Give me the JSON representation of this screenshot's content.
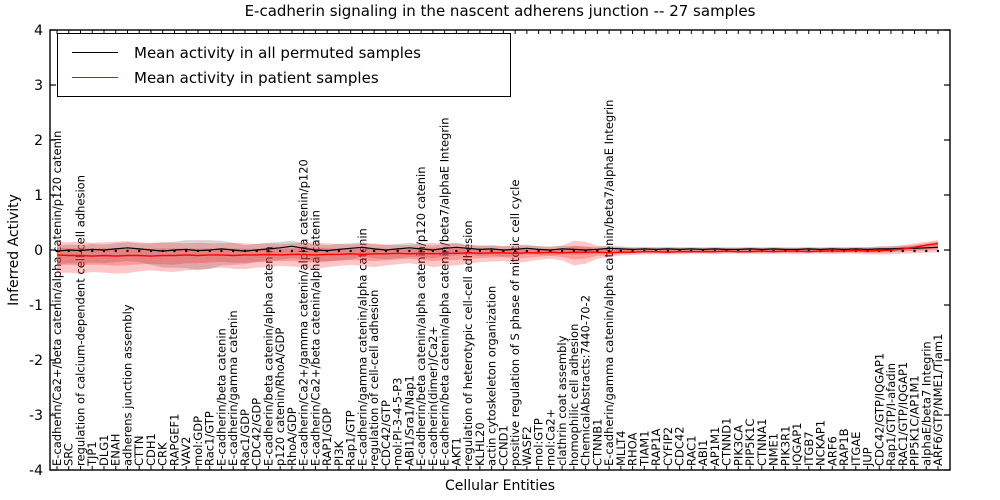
{
  "figure": {
    "title": "E-cadherin signaling in the nascent adherens junction -- 27 samples",
    "xlabel": "Cellular Entities",
    "ylabel": "Inferred Activity"
  },
  "legend": {
    "entries": [
      {
        "label": "Mean activity in all permuted samples",
        "color": "#000000"
      },
      {
        "label": "Mean activity in patient samples",
        "color": "#ff0000"
      }
    ]
  },
  "chart_data": {
    "type": "line",
    "title": "E-cadherin signaling in the nascent adherens junction -- 27 samples",
    "xlabel": "Cellular Entities",
    "ylabel": "Inferred Activity",
    "ylim": [
      -4,
      4
    ],
    "yticks": [
      -4,
      -3,
      -2,
      -1,
      0,
      1,
      2,
      3,
      4
    ],
    "grid": false,
    "legend_position": "upper left",
    "zero_line": {
      "style": "dotted",
      "color": "#000000",
      "value": 0
    },
    "categories": [
      "E-cadherin/Ca2+/beta catenin/alpha catenin/p120 catenin",
      "SRC",
      "regulation of calcium-dependent cell-cell adhesion",
      "TJP1",
      "DLG1",
      "ENAH",
      "adherens junction assembly",
      "CTTN",
      "CDH1",
      "CRK",
      "RAPGEF1",
      "VAV2",
      "mol:GDP",
      "Rac1/GTP",
      "E-cadherin/beta catenin",
      "E-cadherin/gamma catenin",
      "Rac1/GDP",
      "CDC42/GDP",
      "E-cadherin/beta catenin/alpha catenin",
      "p120 catenin/RhoA/GDP",
      "RhoA/GDP",
      "E-cadherin/Ca2+/gamma catenin/alpha catenin/p120",
      "E-cadherin/Ca2+/beta catenin/alpha catenin",
      "RAP1/GDP",
      "PI3K",
      "Rap1/GTP",
      "E-cadherin/gamma catenin/alpha catenin",
      "regulation of cell-cell adhesion",
      "CDC42/GTP",
      "mol:PI-3-4-5-P3",
      "ABI1/Sra1/Nap1",
      "E-cadherin/beta catenin/alpha catenin/p120 catenin",
      "E-cadherin(dimer)/Ca2+",
      "E-cadherin/beta catenin/alpha catenin/beta7/alphaE Integrin",
      "AKT1",
      "regulation of heterotypic cell-cell adhesion",
      "KLHL20",
      "actin cytoskeleton organization",
      "CCND1",
      "positive regulation of S phase of mitotic cell cycle",
      "WASF2",
      "mol:GTP",
      "mol:Ca2+",
      "clathrin coat assembly",
      "homophilic cell adhesion",
      "ChemicalAbstracts:7440-70-2",
      "CTNNB1",
      "E-cadherin/gamma catenin/alpha catenin/beta7/alphaE Integrin",
      "MLLT4",
      "RHOA",
      "TIAM1",
      "RAP1A",
      "CYFIP2",
      "CDC42",
      "RAC1",
      "ABI1",
      "AP1M1",
      "CTNND1",
      "PIK3CA",
      "PIP5K1C",
      "CTNNA1",
      "NME1",
      "PIK3R1",
      "IQGAP1",
      "ITGB7",
      "NCKAP1",
      "ARF6",
      "RAP1B",
      "ITGAE",
      "JUP",
      "CDC42/GTP/IQGAP1",
      "Rap1/GTP/I-afadin",
      "RAC1/GTP/IQGAP1",
      "PIP5K1C/AP1M1",
      "alphaE/beta7 Integrin",
      "ARF6/GTP/NME1/Tiam1"
    ],
    "series": [
      {
        "name": "Mean activity in all permuted samples",
        "color": "#000000",
        "band_color": "#999999",
        "band_opacity": 0.4,
        "values": [
          -0.02,
          0.0,
          -0.01,
          0.01,
          0.0,
          0.02,
          0.04,
          0.02,
          0.0,
          -0.02,
          0.0,
          0.01,
          -0.01,
          0.0,
          0.02,
          0.0,
          -0.02,
          0.0,
          0.02,
          0.04,
          0.07,
          0.03,
          0.0,
          -0.01,
          0.01,
          0.03,
          0.05,
          0.02,
          0.0,
          0.02,
          0.04,
          0.02,
          0.0,
          0.03,
          0.05,
          0.03,
          0.01,
          0.02,
          0.0,
          0.01,
          0.03,
          0.01,
          0.0,
          0.02,
          0.01,
          0.0,
          0.01,
          0.03,
          0.02,
          0.01,
          0.02,
          0.01,
          0.02,
          0.01,
          0.02,
          0.01,
          0.02,
          0.01,
          0.01,
          0.02,
          0.01,
          0.02,
          0.01,
          0.01,
          0.02,
          0.01,
          0.02,
          0.01,
          0.02,
          0.01,
          0.02,
          0.02,
          0.03,
          0.03,
          0.04,
          0.05
        ],
        "band_upper": [
          0.08,
          0.1,
          0.09,
          0.11,
          0.1,
          0.12,
          0.14,
          0.12,
          0.12,
          0.13,
          0.15,
          0.18,
          0.18,
          0.18,
          0.17,
          0.13,
          0.09,
          0.11,
          0.13,
          0.15,
          0.17,
          0.13,
          0.1,
          0.09,
          0.11,
          0.12,
          0.14,
          0.1,
          0.09,
          0.11,
          0.13,
          0.1,
          0.08,
          0.11,
          0.13,
          0.1,
          0.08,
          0.09,
          0.07,
          0.08,
          0.1,
          0.07,
          0.06,
          0.08,
          0.07,
          0.06,
          0.06,
          0.08,
          0.07,
          0.05,
          0.06,
          0.05,
          0.06,
          0.05,
          0.06,
          0.05,
          0.06,
          0.05,
          0.05,
          0.06,
          0.05,
          0.06,
          0.05,
          0.05,
          0.06,
          0.05,
          0.06,
          0.05,
          0.06,
          0.05,
          0.07,
          0.07,
          0.08,
          0.08,
          0.1,
          0.12
        ],
        "band_lower": [
          -0.26,
          -0.24,
          -0.25,
          -0.23,
          -0.24,
          -0.22,
          -0.2,
          -0.22,
          -0.27,
          -0.32,
          -0.32,
          -0.33,
          -0.37,
          -0.34,
          -0.28,
          -0.27,
          -0.26,
          -0.22,
          -0.2,
          -0.18,
          -0.15,
          -0.17,
          -0.2,
          -0.21,
          -0.19,
          -0.17,
          -0.12,
          -0.15,
          -0.17,
          -0.15,
          -0.13,
          -0.13,
          -0.15,
          -0.12,
          -0.1,
          -0.09,
          -0.11,
          -0.1,
          -0.12,
          -0.11,
          -0.07,
          -0.09,
          -0.1,
          -0.08,
          -0.09,
          -0.08,
          -0.07,
          -0.05,
          -0.06,
          -0.04,
          -0.03,
          -0.04,
          -0.03,
          -0.04,
          -0.03,
          -0.04,
          -0.03,
          -0.04,
          -0.04,
          -0.03,
          -0.04,
          -0.03,
          -0.04,
          -0.04,
          -0.03,
          -0.04,
          -0.03,
          -0.04,
          -0.03,
          -0.04,
          -0.04,
          -0.03,
          -0.02,
          -0.02,
          -0.01,
          0.0
        ]
      },
      {
        "name": "Mean activity in patient samples",
        "color": "#ff0000",
        "band_color": "#ff0000",
        "band_opacity": 0.22,
        "values": [
          -0.09,
          -0.1,
          -0.1,
          -0.11,
          -0.1,
          -0.11,
          -0.1,
          -0.1,
          -0.11,
          -0.1,
          -0.1,
          -0.09,
          -0.1,
          -0.09,
          -0.09,
          -0.1,
          -0.09,
          -0.09,
          -0.08,
          -0.09,
          -0.08,
          -0.08,
          -0.09,
          -0.08,
          -0.08,
          -0.07,
          -0.08,
          -0.07,
          -0.07,
          -0.06,
          -0.07,
          -0.06,
          -0.07,
          -0.06,
          -0.06,
          -0.05,
          -0.06,
          -0.05,
          -0.05,
          -0.06,
          -0.05,
          -0.05,
          -0.04,
          -0.05,
          -0.04,
          -0.04,
          -0.04,
          -0.05,
          -0.04,
          -0.04,
          -0.03,
          -0.03,
          -0.04,
          -0.03,
          -0.03,
          -0.03,
          -0.03,
          -0.02,
          -0.03,
          -0.03,
          -0.02,
          -0.03,
          -0.02,
          -0.02,
          -0.03,
          -0.02,
          -0.02,
          -0.02,
          -0.01,
          -0.02,
          -0.01,
          0.0,
          0.02,
          0.05,
          0.09,
          0.12
        ],
        "band_upper": [
          0.15,
          0.14,
          0.15,
          0.13,
          0.14,
          0.15,
          0.16,
          0.14,
          0.13,
          0.14,
          0.13,
          0.12,
          0.13,
          0.12,
          0.12,
          0.13,
          0.12,
          0.11,
          0.12,
          0.11,
          0.12,
          0.13,
          0.14,
          0.12,
          0.11,
          0.1,
          0.11,
          0.12,
          0.1,
          0.09,
          0.09,
          0.11,
          0.13,
          0.12,
          0.12,
          0.09,
          0.08,
          0.08,
          0.07,
          0.09,
          0.08,
          0.07,
          0.06,
          0.08,
          0.17,
          0.15,
          0.08,
          0.06,
          0.05,
          0.04,
          0.04,
          0.04,
          0.04,
          0.04,
          0.03,
          0.03,
          0.04,
          0.03,
          0.03,
          0.04,
          0.03,
          0.04,
          0.03,
          0.03,
          0.04,
          0.03,
          0.04,
          0.04,
          0.04,
          0.05,
          0.06,
          0.07,
          0.09,
          0.12,
          0.15,
          0.18
        ],
        "band_lower": [
          -0.42,
          -0.41,
          -0.43,
          -0.4,
          -0.41,
          -0.43,
          -0.42,
          -0.39,
          -0.37,
          -0.39,
          -0.4,
          -0.37,
          -0.35,
          -0.34,
          -0.32,
          -0.34,
          -0.35,
          -0.32,
          -0.31,
          -0.29,
          -0.3,
          -0.32,
          -0.34,
          -0.31,
          -0.29,
          -0.27,
          -0.29,
          -0.31,
          -0.28,
          -0.26,
          -0.24,
          -0.27,
          -0.31,
          -0.29,
          -0.28,
          -0.25,
          -0.22,
          -0.21,
          -0.2,
          -0.24,
          -0.21,
          -0.18,
          -0.16,
          -0.19,
          -0.28,
          -0.25,
          -0.16,
          -0.13,
          -0.1,
          -0.09,
          -0.08,
          -0.08,
          -0.08,
          -0.08,
          -0.07,
          -0.07,
          -0.08,
          -0.07,
          -0.07,
          -0.07,
          -0.08,
          -0.07,
          -0.07,
          -0.08,
          -0.07,
          -0.07,
          -0.08,
          -0.07,
          -0.07,
          -0.08,
          -0.08,
          -0.08,
          -0.07,
          -0.06,
          -0.05,
          -0.04
        ]
      }
    ]
  }
}
